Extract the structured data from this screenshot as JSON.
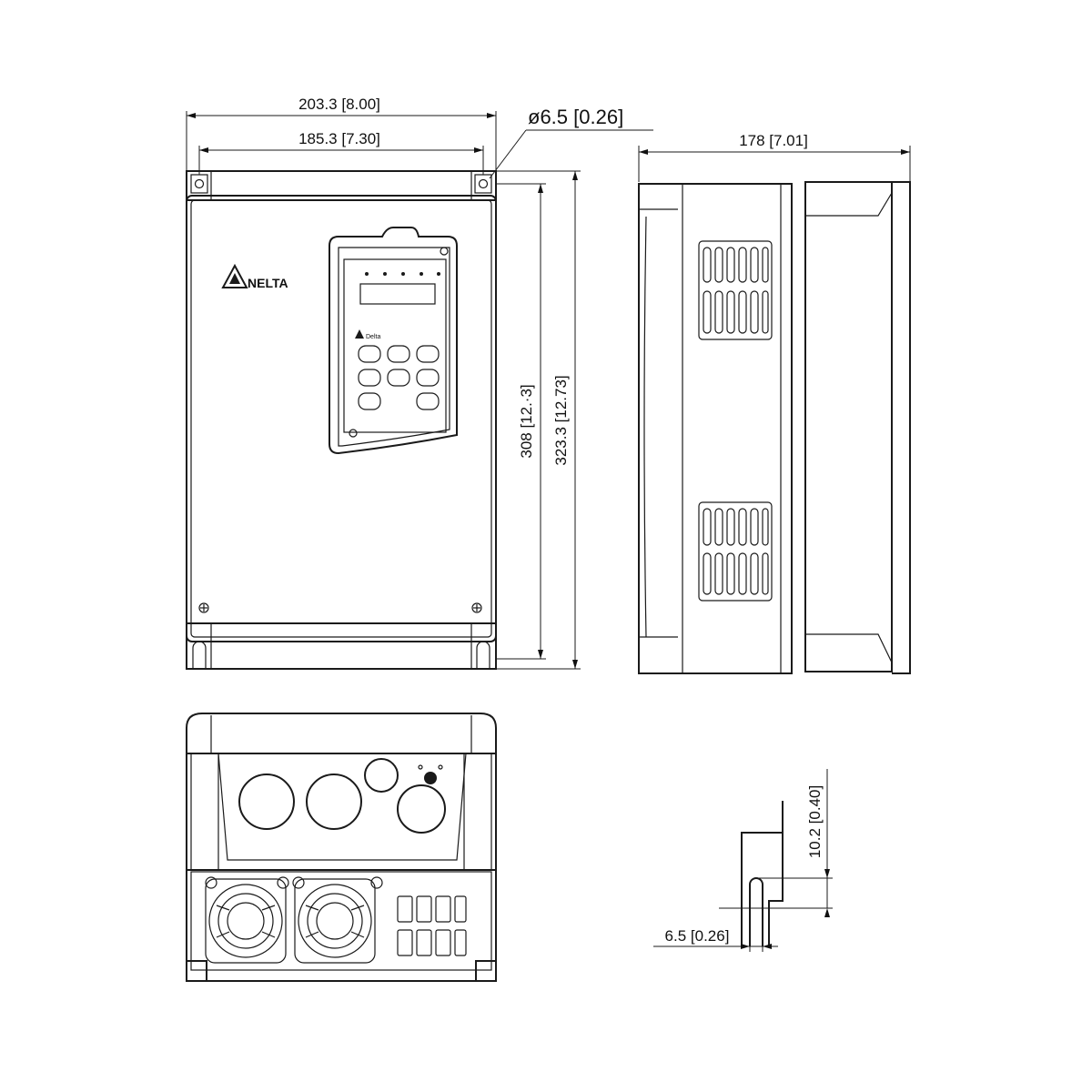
{
  "dimensions": {
    "overall_width": "203.3 [8.00]",
    "mount_width": "185.3 [7.30]",
    "hole_diameter": "ø6.5 [0.26]",
    "depth": "178 [7.01]",
    "mount_height": "308 [12.·3]",
    "overall_height": "323.3 [12.73]",
    "slot_height": "10.2 [0.40]",
    "slot_width": "6.5 [0.26]"
  },
  "brand": {
    "front_logo": "NELTA",
    "keypad_logo": "Delta"
  }
}
